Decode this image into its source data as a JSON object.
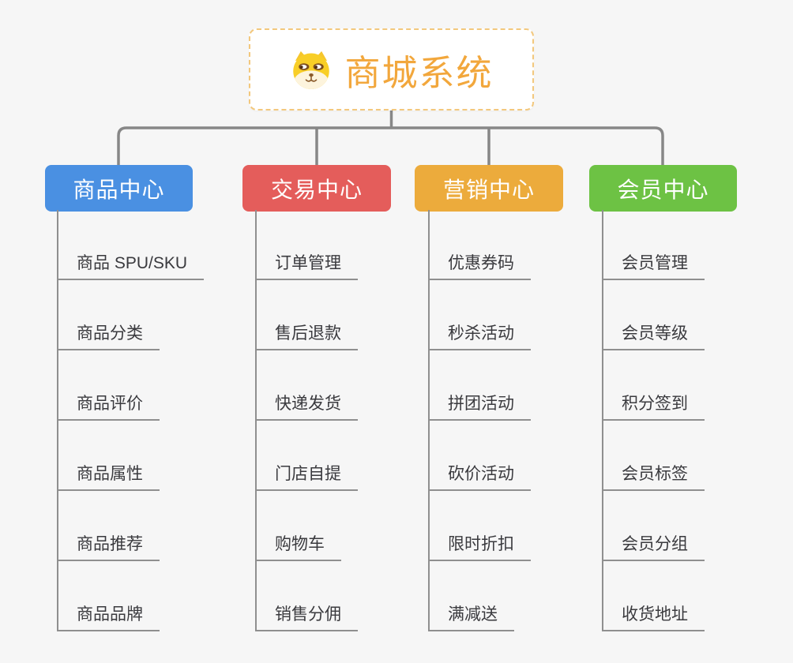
{
  "root": {
    "title": "商城系统",
    "icon": "dog-face-icon",
    "title_color": "#f2a73c",
    "border_color": "#f3c87d"
  },
  "colors": {
    "background": "#f6f6f6",
    "connector": "#878787",
    "leaf_underline": "#8f8f8f",
    "leaf_text": "#3a3a3e"
  },
  "branches": [
    {
      "label": "商品中心",
      "color": "#4a90e2",
      "items": [
        "商品 SPU/SKU",
        "商品分类",
        "商品评价",
        "商品属性",
        "商品推荐",
        "商品品牌"
      ]
    },
    {
      "label": "交易中心",
      "color": "#e45d5b",
      "items": [
        "订单管理",
        "售后退款",
        "快递发货",
        "门店自提",
        "购物车",
        "销售分佣"
      ]
    },
    {
      "label": "营销中心",
      "color": "#ecab3c",
      "items": [
        "优惠券码",
        "秒杀活动",
        "拼团活动",
        "砍价活动",
        "限时折扣",
        "满减送"
      ]
    },
    {
      "label": "会员中心",
      "color": "#6dc244",
      "items": [
        "会员管理",
        "会员等级",
        "积分签到",
        "会员标签",
        "会员分组",
        "收货地址"
      ]
    }
  ]
}
